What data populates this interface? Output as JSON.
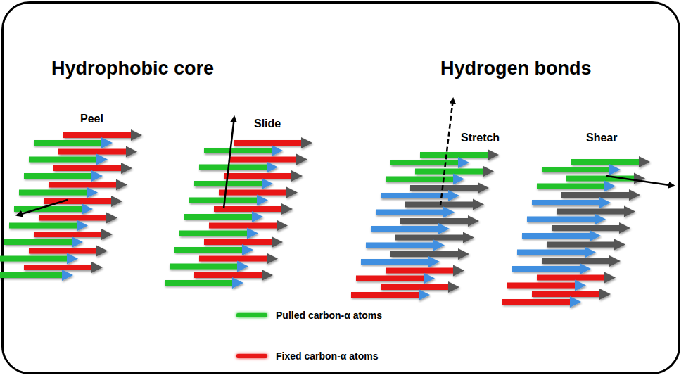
{
  "diagram": {
    "labels": [
      "Hydrophobic core",
      "Hydrogen bonds",
      "Peel",
      "Slide",
      "Stretch",
      "Shear"
    ],
    "legend": [
      {
        "text": "Pulled carbon-α atoms",
        "color": "#22c22a"
      },
      {
        "text": "Fixed carbon-α atoms",
        "color": "#e81818"
      }
    ]
  }
}
